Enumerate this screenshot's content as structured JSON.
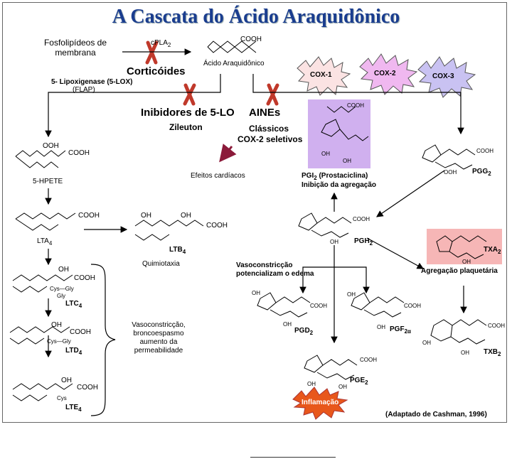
{
  "title": "A Cascata do Ácido Araquidônico",
  "labels": {
    "fosfolipideos": "Fosfolipídeos de membrana",
    "cpla2": "cPLA",
    "cpla2_sub": "2",
    "corticoides": "Corticóides",
    "acido": "Ácido Araquidônico",
    "lox": "5- Lipoxigenase (5-LOX)",
    "flap": "(FLAP)",
    "inib_5lo": "Inibidores de 5-LO",
    "zileuton": "Zileuton",
    "aines": "AINEs",
    "classicos": "Clássicos",
    "cox2_sel": "COX-2 seletivos",
    "efeitos": "Efeitos cardíacos",
    "cox1": "COX-1",
    "cox2": "COX-2",
    "cox3": "COX-3",
    "hpete": "5-HPETE",
    "lta4": "LTA",
    "lta4_sub": "4",
    "ltb4": "LTB",
    "ltb4_sub": "4",
    "quimiotaxia": "Quimiotaxia",
    "ltc4": "LTC",
    "ltc4_sub": "4",
    "ltd4": "LTD",
    "ltd4_sub": "4",
    "lte4": "LTE",
    "lte4_sub": "4",
    "vaso_text": "Vasoconstricção, broncoespasmo aumento da permeabilidade",
    "pgi2": "PGI",
    "pgi2_sub": "2",
    "pgi2_rest": " (Prostaciclina)",
    "inib_agreg": "Inibição da agregação",
    "pgg2": "PGG",
    "pgg2_sub": "2",
    "pgh2": "PGH",
    "pgh2_sub": "2",
    "txa2": "TXA",
    "txa2_sub": "2",
    "agreg": "Agregação plaquetária",
    "vaso2": "Vasoconstricção potencializam o edema",
    "pgd2": "PGD",
    "pgd2_sub": "2",
    "pgf2": "PGF",
    "pgf2_sub": "2α",
    "pge2": "PGE",
    "pge2_sub": "2",
    "txb2": "TXB",
    "txb2_sub": "2",
    "inflamacao": "Inflamação",
    "credit": "(Adaptado de Cashman, 1996)",
    "cooh": "COOH",
    "oh": "OH",
    "ooh": "OOH",
    "cys_gly": "Cys—Gly",
    "gly": "Gly",
    "cys": "Cys"
  },
  "colors": {
    "title": "#1a3d8f",
    "block_x": "#c0392b",
    "cox1_fill": "#fbe3e3",
    "cox2_fill": "#f0b8f0",
    "cox3_fill": "#c9c2f2",
    "pgi2_box": "#c8a2ec",
    "txa2_box": "#f4a9a9",
    "inflam_fill": "#e8571b",
    "efeitos_arrow": "#8b1a3a"
  },
  "icons": [
    "inhibition-x-icon",
    "starburst-icon",
    "chemical-structure-icon"
  ]
}
